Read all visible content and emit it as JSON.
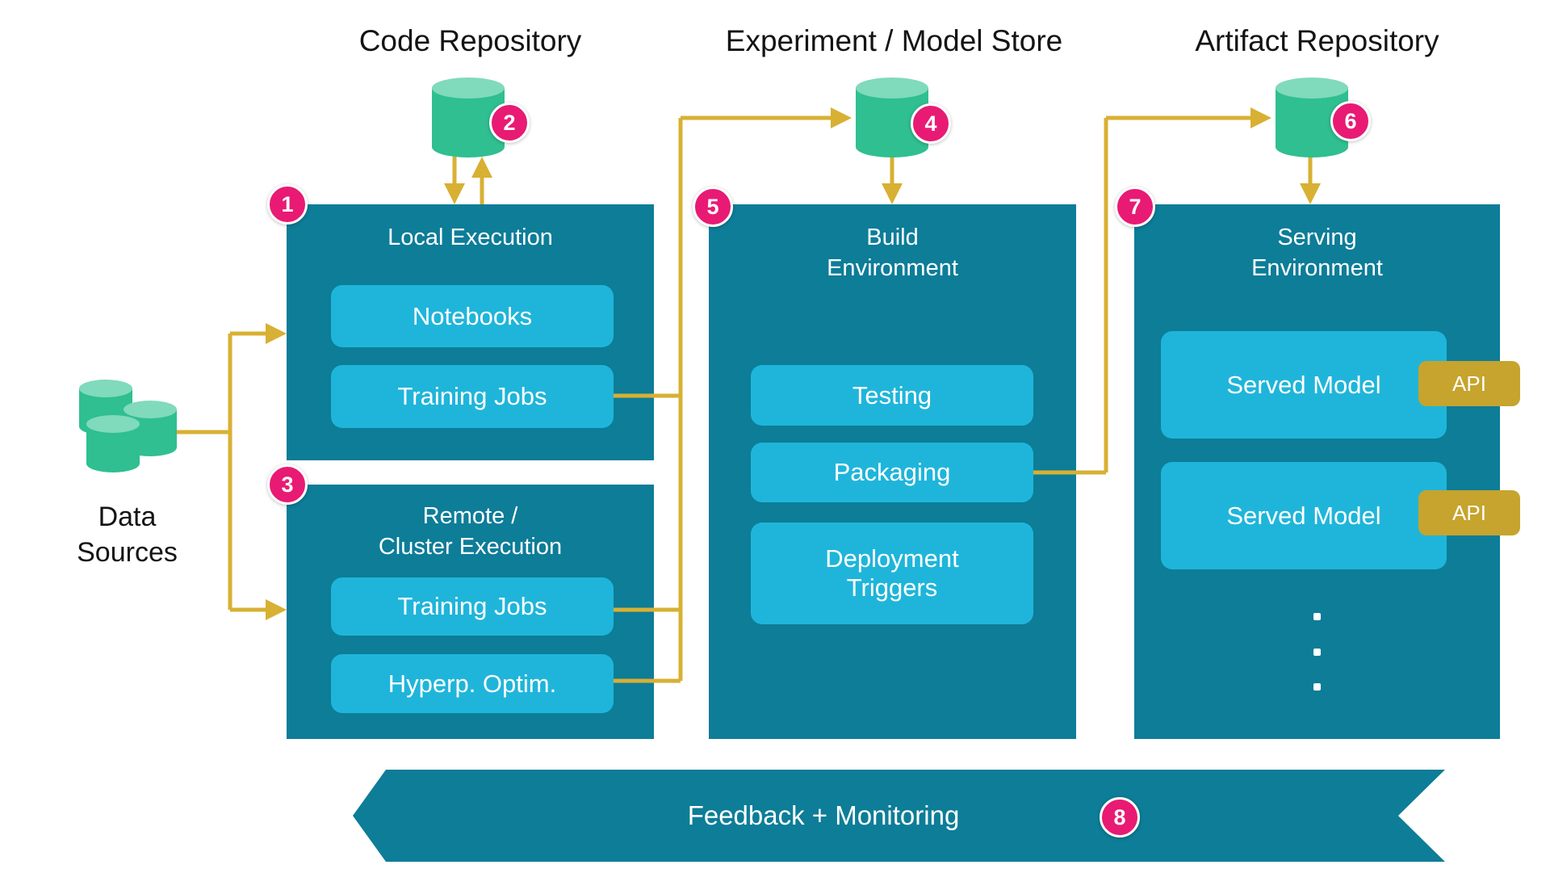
{
  "titles": {
    "code_repo": "Code Repository",
    "model_store": "Experiment / Model Store",
    "artifact_repo": "Artifact Repository"
  },
  "data_sources": {
    "line1": "Data",
    "line2": "Sources"
  },
  "badges": {
    "n1": "1",
    "n2": "2",
    "n3": "3",
    "n4": "4",
    "n5": "5",
    "n6": "6",
    "n7": "7",
    "n8": "8"
  },
  "local_exec": {
    "title": "Local Execution",
    "items": [
      {
        "label": "Notebooks"
      },
      {
        "label": "Training Jobs"
      }
    ]
  },
  "remote_exec": {
    "title_line1": "Remote /",
    "title_line2": "Cluster Execution",
    "items": [
      {
        "label": "Training Jobs"
      },
      {
        "label": "Hyperp. Optim."
      }
    ]
  },
  "build_env": {
    "title_line1": "Build",
    "title_line2": "Environment",
    "items": [
      {
        "label": "Testing"
      },
      {
        "label": "Packaging"
      },
      {
        "label": "Deployment Triggers"
      }
    ]
  },
  "serving_env": {
    "title_line1": "Serving",
    "title_line2": "Environment",
    "models": [
      {
        "label": "Served Model",
        "api_label": "API"
      },
      {
        "label": "Served Model",
        "api_label": "API"
      }
    ],
    "dots": [
      "·",
      "·",
      "·"
    ]
  },
  "footer": {
    "label": "Feedback + Monitoring"
  },
  "colors": {
    "box_teal": "#0d7d98",
    "panel_cyan": "#1fb5da",
    "cylinder_green": "#2fbf91",
    "cylinder_green_light": "#80dabc",
    "arrow_gold": "#d8b033",
    "api_gold": "#c6a42d",
    "badge_pink": "#e81a74",
    "title_black": "#141414"
  }
}
